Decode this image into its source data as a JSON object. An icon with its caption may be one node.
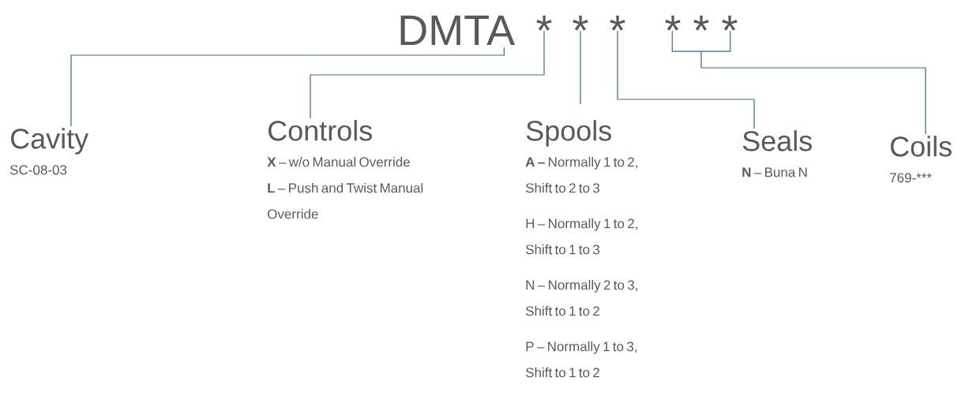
{
  "diagram": {
    "nodes": [
      {
        "text": [
          "DMTA"
        ]
      },
      {
        "text": [
          "*"
        ]
      },
      {
        "text": [
          "*"
        ]
      },
      {
        "text": [
          "*"
        ]
      },
      {
        "text": [
          "* * *"
        ]
      },
      {
        "text": [
          "Cavity",
          "SC-08-03"
        ]
      },
      {
        "text": [
          "Controls",
          "**X** – w/o Manual Override",
          "**L** – Push and Twist Manual Override"
        ]
      },
      {
        "text": [
          "Spools",
          "**A –** Normally 1 to 2, Shift to 2 to 3",
          "H – Normally 1 to 2, Shift to 1 to 3",
          "N – Normally 2 to 3, Shift to 1 to 2",
          "P – Normally 1 to 3, Shift to 1 to 2"
        ]
      },
      {
        "text": [
          "Seals",
          "**N** – Buna N"
        ]
      },
      {
        "text": [
          "Coils",
          "769-***"
        ]
      }
    ],
    "edges": [
      {
        "from": 0,
        "to": 5,
        "arrow": "none"
      },
      {
        "from": 1,
        "to": 6,
        "arrow": "none"
      },
      {
        "from": 2,
        "to": 7,
        "arrow": "none"
      },
      {
        "from": 3,
        "to": 8,
        "arrow": "none"
      },
      {
        "from": 4,
        "to": 9,
        "arrow": "none"
      }
    ]
  }
}
